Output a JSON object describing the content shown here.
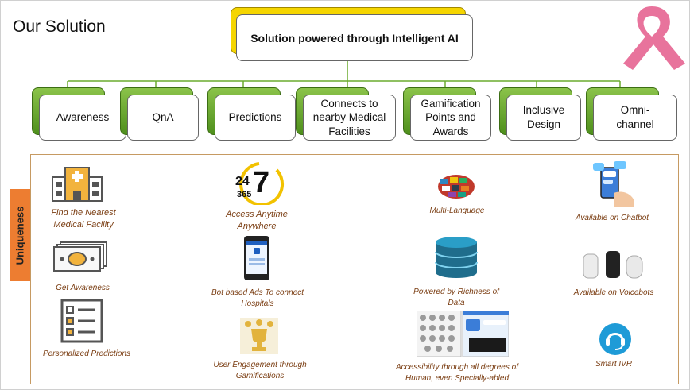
{
  "title": "Our Solution",
  "top_box": "Solution powered through Intelligent AI",
  "categories": [
    {
      "label": "Awareness"
    },
    {
      "label": "QnA"
    },
    {
      "label": "Predictions"
    },
    {
      "label": "Connects to nearby Medical Facilities"
    },
    {
      "label": "Gamification Points and Awards"
    },
    {
      "label": "Inclusive Design"
    },
    {
      "label": "Omni-channel"
    }
  ],
  "uniqueness_label": "Uniqueness",
  "features": {
    "nearest_facility": "Find the Nearest Medical Facility",
    "access_anytime": "Access Anytime Anywhere",
    "multi_language": "Multi-Language",
    "chatbot": "Available on Chatbot",
    "awareness": "Get Awareness",
    "bot_ads": "Bot based Ads To connect Hospitals",
    "richness": "Powered by Richness of Data",
    "voicebots": "Available on Voicebots",
    "predictions": "Personalized Predictions",
    "engagement": "User Engagement through Gamifications",
    "accessibility": "Accessibility through all degrees of Human, even Specially-abled",
    "smart_ivr": "Smart IVR"
  },
  "icon_text": {
    "clock_top": "24",
    "clock_big": "7",
    "clock_bottom": "365"
  },
  "colors": {
    "green": "#6aab2e",
    "yellow": "#f5d500",
    "orange": "#ed7d31",
    "pink": "#e8739c",
    "feature_text": "#7a3d12"
  },
  "icons": [
    "pink-ribbon-icon",
    "hospital-icon",
    "clock-247-icon",
    "globe-flags-icon",
    "chatbot-phone-icon",
    "money-icon",
    "mobile-app-icon",
    "database-icon",
    "smart-speakers-icon",
    "checklist-icon",
    "trophy-icon",
    "sign-language-icon",
    "ivr-headset-icon"
  ]
}
